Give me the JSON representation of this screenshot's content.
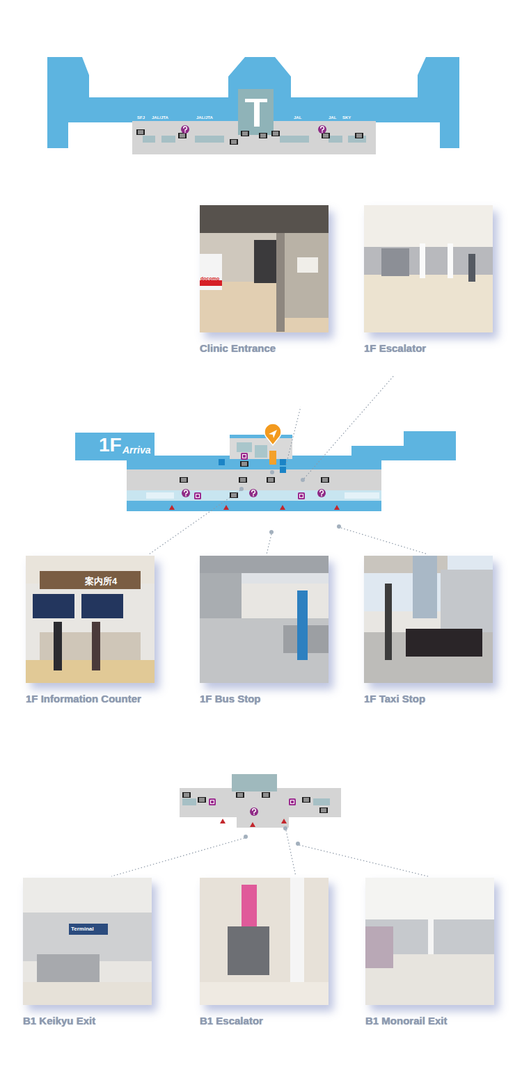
{
  "diagram": {
    "nodes": [
      {
        "text": [
          "Clinic Entrance"
        ]
      },
      {
        "text": [
          "1F Escalator"
        ]
      },
      {
        "text": [
          "1F Information Counter"
        ]
      },
      {
        "text": [
          "1F Bus Stop"
        ]
      },
      {
        "text": [
          "1F Taxi Stop"
        ]
      },
      {
        "text": [
          "B1 Keikyu Exit"
        ]
      },
      {
        "text": [
          "B1 Escalator"
        ]
      },
      {
        "text": [
          "B1 Monorail Exit"
        ]
      }
    ],
    "labels": [
      "SFJ",
      "JAL/JTA",
      "JAL/JTA",
      "JAL",
      "JAL",
      "SKY",
      "1F",
      "Arriva",
      "docomo",
      "案内所4",
      "Terminal"
    ]
  }
}
